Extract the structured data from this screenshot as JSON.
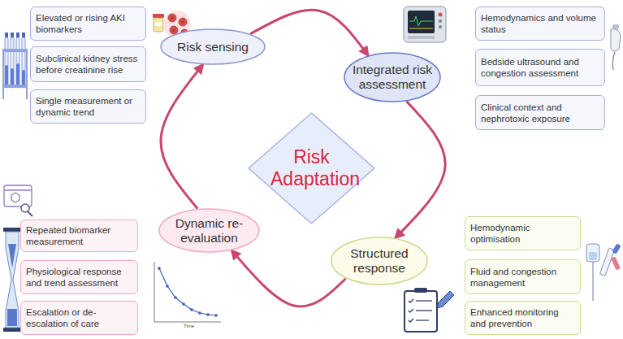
{
  "diagram": {
    "nodes": [
      {
        "text": [
          "Elevated or rising AKI biomarkers"
        ]
      },
      {
        "text": [
          "Subclinical kidney stress before creatinine rise"
        ]
      },
      {
        "text": [
          "Single measurement or dynamic trend"
        ]
      },
      {
        "text": [
          "Risk sensing"
        ]
      },
      {
        "text": [
          "Integrated risk assessment"
        ]
      },
      {
        "text": [
          "Hemodynamics and volume status"
        ]
      },
      {
        "text": [
          "Bedside ultrasound and congestion assessment"
        ]
      },
      {
        "text": [
          "Clinical context and nephrotoxic exposure"
        ]
      },
      {
        "text": [
          "Risk Adaptation"
        ]
      },
      {
        "text": [
          "Dynamic re-evaluation"
        ]
      },
      {
        "text": [
          "Structured response"
        ]
      },
      {
        "text": [
          "Repeated biomarker measurement"
        ]
      },
      {
        "text": [
          "Physiological response and trend assessment"
        ]
      },
      {
        "text": [
          "Escalation or de-escalation of care"
        ]
      },
      {
        "text": [
          "Hemodynamic optimisation"
        ]
      },
      {
        "text": [
          "Fluid and congestion management"
        ]
      },
      {
        "text": [
          "Enhanced monitoring and prevention"
        ]
      }
    ],
    "edges": [
      {
        "from": 3,
        "to": 4,
        "arrow": "to"
      },
      {
        "from": 4,
        "to": 10,
        "arrow": "to"
      },
      {
        "from": 10,
        "to": 9,
        "arrow": "to"
      },
      {
        "from": 9,
        "to": 3,
        "arrow": "to"
      }
    ],
    "labels": [
      "Time"
    ]
  }
}
